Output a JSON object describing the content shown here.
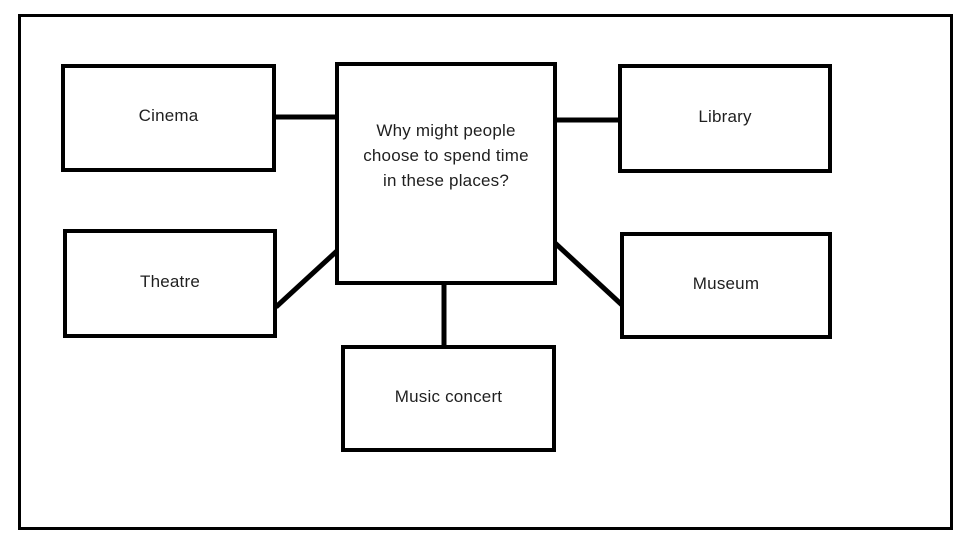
{
  "diagram": {
    "center_question": {
      "full_text": "Why might people choose to spend time in these places?",
      "lines": [
        "Why might people",
        "choose to spend time",
        "in these places?"
      ]
    },
    "nodes": [
      {
        "id": "cinema",
        "label": "Cinema"
      },
      {
        "id": "theatre",
        "label": "Theatre"
      },
      {
        "id": "library",
        "label": "Library"
      },
      {
        "id": "museum",
        "label": "Museum"
      },
      {
        "id": "music-concert",
        "label": "Music concert"
      }
    ],
    "colors": {
      "line": "#000000",
      "background": "#ffffff",
      "text": "#1f1f1f"
    }
  }
}
